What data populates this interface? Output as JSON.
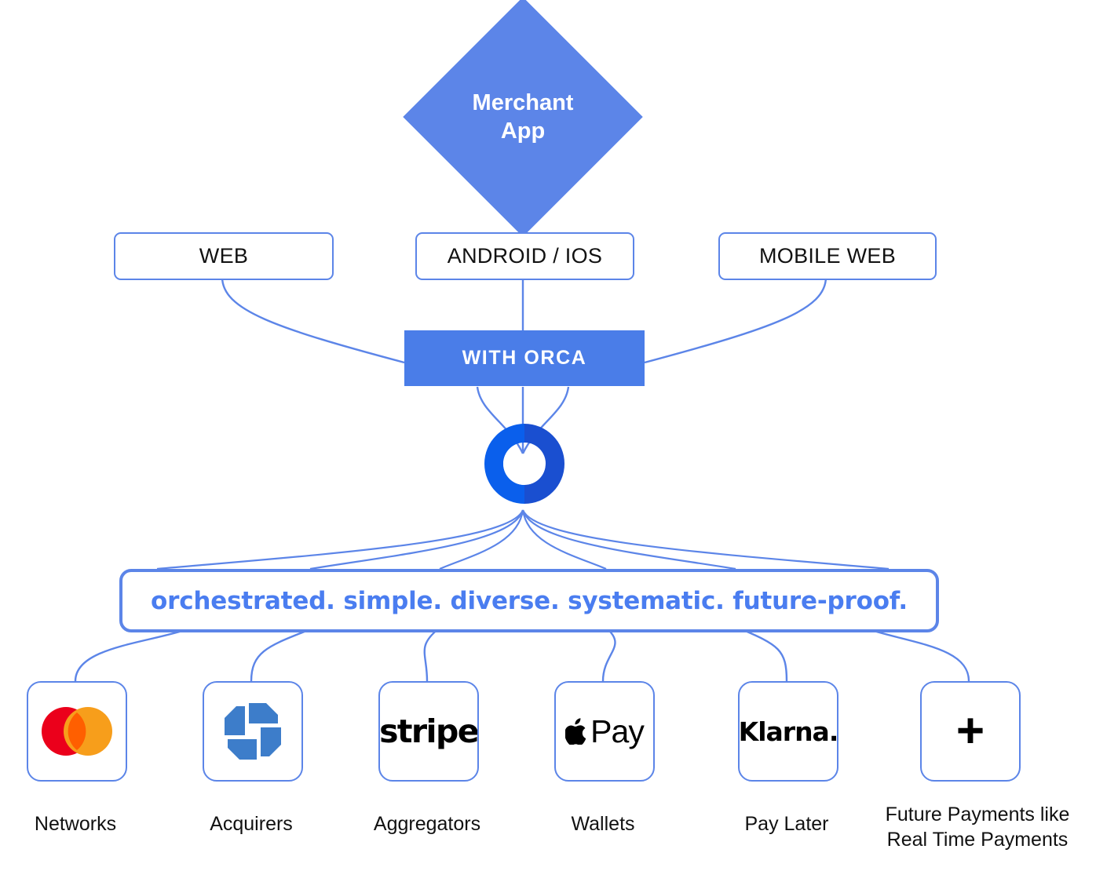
{
  "diagram": {
    "title_node": {
      "line1": "Merchant",
      "line2": "App",
      "shape": "diamond",
      "color": "#5C85E8"
    },
    "channels": [
      {
        "label": "WEB",
        "name": "web"
      },
      {
        "label": "ANDROID / IOS",
        "name": "android-ios"
      },
      {
        "label": "MOBILE WEB",
        "name": "mobile-web"
      }
    ],
    "hub": {
      "label": "WITH ORCA",
      "color": "#4A7DE8",
      "text_color": "#FFFFFF"
    },
    "brand_logo": {
      "name": "orca-logo",
      "left_half_color": "#0A5FEC",
      "right_half_color": "#1A4FD0"
    },
    "tagline": {
      "text": "orchestrated. simple. diverse. systematic. future-proof.",
      "color": "#4A7DF0",
      "border_color": "#5C85E8"
    },
    "endpoints": [
      {
        "label": "Networks",
        "logo": "mastercard-logo",
        "logo_text": ""
      },
      {
        "label": "Acquirers",
        "logo": "chase-logo",
        "logo_text": ""
      },
      {
        "label": "Aggregators",
        "logo": "stripe-logo",
        "logo_text": "stripe"
      },
      {
        "label": "Wallets",
        "logo": "apple-pay-logo",
        "logo_text": "Pay"
      },
      {
        "label": "Pay Later",
        "logo": "klarna-logo",
        "logo_text": "Klarna."
      },
      {
        "label": "Future Payments like\nReal Time Payments",
        "logo": "plus-icon",
        "logo_text": "+"
      }
    ],
    "endpoint_labels": {
      "networks": "Networks",
      "acquirers": "Acquirers",
      "aggregators": "Aggregators",
      "wallets": "Wallets",
      "pay_later": "Pay Later",
      "future_line1": "Future Payments like",
      "future_line2": "Real Time Payments"
    },
    "colors": {
      "accent_blue": "#5C85E8",
      "hub_blue": "#4A7DE8",
      "tagline_blue": "#4A7DF0",
      "mastercard_red": "#EB001B",
      "mastercard_yellow": "#F79E1B",
      "mastercard_overlap": "#FF5F00",
      "chase_blue": "#3D7DCA",
      "orca_bright": "#0A5FEC",
      "orca_deep": "#1A4FD0",
      "black": "#000000"
    }
  }
}
